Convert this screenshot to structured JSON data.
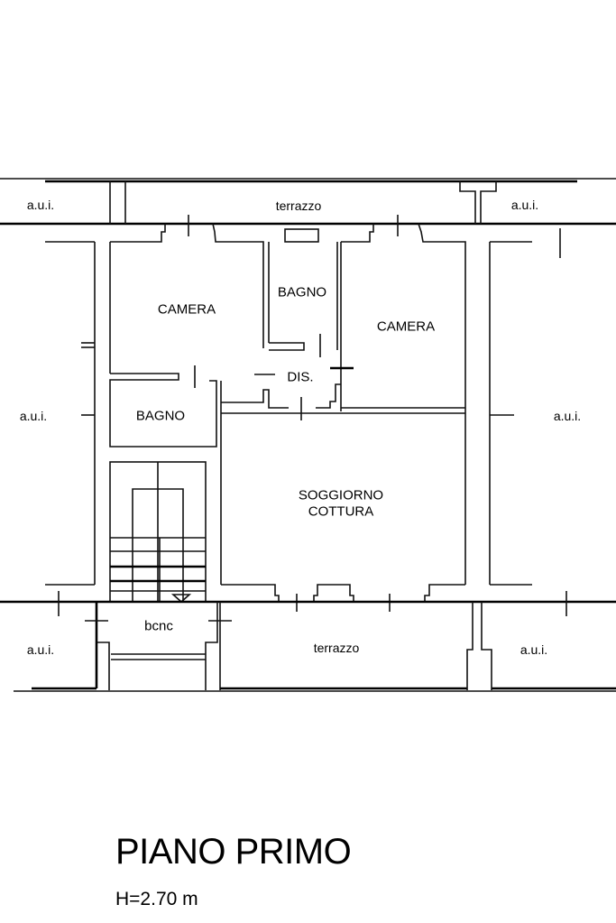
{
  "rooms": {
    "aui_top_left": "a.u.i.",
    "terrazzo_top": "terrazzo",
    "aui_top_right": "a.u.i.",
    "camera_left": "CAMERA",
    "bagno_top": "BAGNO",
    "camera_right": "CAMERA",
    "dis": "DIS.",
    "aui_mid_left": "a.u.i.",
    "bagno_left": "BAGNO",
    "aui_mid_right": "a.u.i.",
    "soggiorno_line1": "SOGGIORNO",
    "soggiorno_line2": "COTTURA",
    "bcnc": "bcnc",
    "aui_bottom_left": "a.u.i.",
    "terrazzo_bottom": "terrazzo",
    "aui_bottom_right": "a.u.i."
  },
  "title": "PIANO PRIMO",
  "height_label": "H=2.70 m"
}
